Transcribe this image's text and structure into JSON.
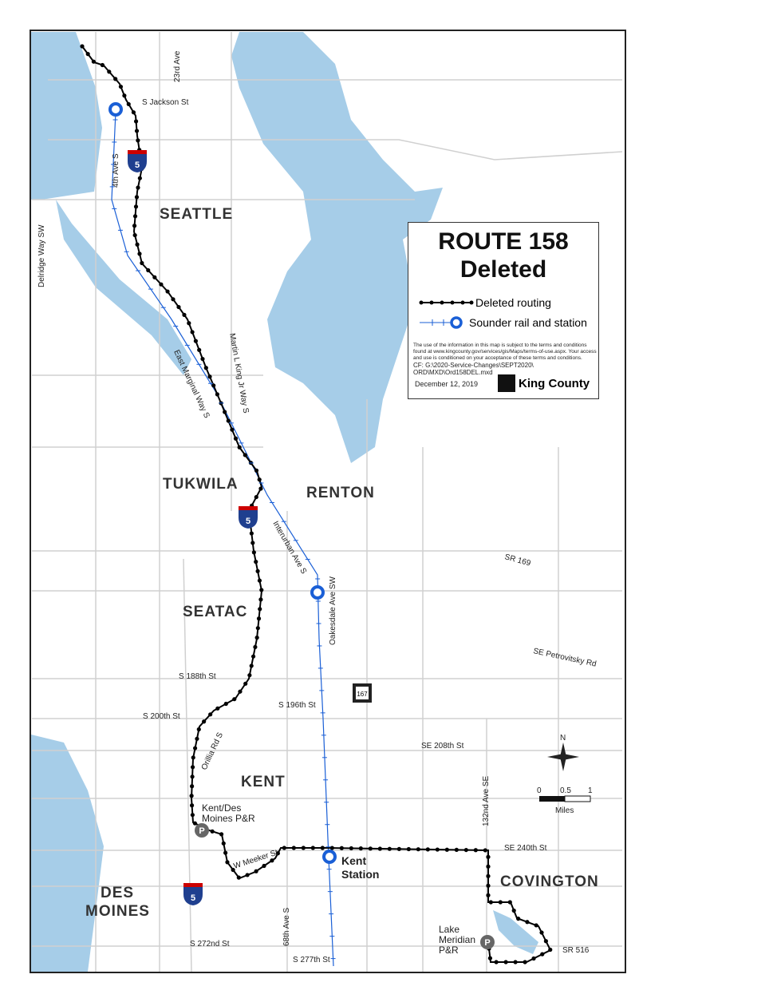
{
  "legend": {
    "title_line1": "ROUTE 158",
    "title_line2": "Deleted",
    "item_routing": "Deleted routing",
    "item_sounder": "Sounder rail and station",
    "disclaimer": "The use of the information in this map is subject to the terms and conditions found at www.kingcounty.gov/services/gis/Maps/terms-of-use.aspx. Your access and use is conditioned on your acceptance of these terms and conditions.",
    "cf_path": "CF:  G:\\2020-Service-Changes\\SEPT2020\\ ORD\\MXD\\Ord158DEL.mxd",
    "date": "December 12, 2019",
    "logo_text": "King County"
  },
  "cities": {
    "seattle": "SEATTLE",
    "tukwila": "TUKWILA",
    "renton": "RENTON",
    "seatac": "SEATAC",
    "kent": "KENT",
    "covington": "COVINGTON",
    "des_moines_1": "DES",
    "des_moines_2": "MOINES"
  },
  "streets": {
    "s_jackson": "S Jackson St",
    "ave23": "23rd Ave",
    "ave4": "4th Ave S",
    "delridge": "Delridge Way SW",
    "mlk": "Martin L King Jr Way S",
    "east_marginal": "East Marginal Way S",
    "interurban": "Interurban Ave S",
    "oakesdale": "Oakesdale Ave SW",
    "sr169": "SR 169",
    "petrovitsky": "SE Petrovitsky Rd",
    "s188": "S 188th St",
    "s196": "S 196th St",
    "s200": "S 200th St",
    "orillia": "Orillia Rd S",
    "se208": "SE 208th St",
    "ave132": "132nd Ave SE",
    "se240": "SE 240th St",
    "meeker": "W Meeker St",
    "ave68": "68th Ave S",
    "s272": "S 272nd St",
    "s277": "S 277th St",
    "sr516": "SR 516"
  },
  "places": {
    "kent_dm_pr_1": "Kent/Des",
    "kent_dm_pr_2": "Moines P&R",
    "kent_station_1": "Kent",
    "kent_station_2": "Station",
    "lake_meridian_1": "Lake",
    "lake_meridian_2": "Meridian",
    "lake_meridian_3": "P&R"
  },
  "shields": {
    "i5": "5",
    "sr167": "167",
    "park": "P"
  },
  "scale": {
    "t0": "0",
    "t05": "0.5",
    "t1": "1",
    "unit": "Miles"
  },
  "north": "N",
  "colors": {
    "water": "#9ecae1",
    "route": "#000000",
    "sounder": "#1a5fd6",
    "road": "#d4d4d4"
  }
}
